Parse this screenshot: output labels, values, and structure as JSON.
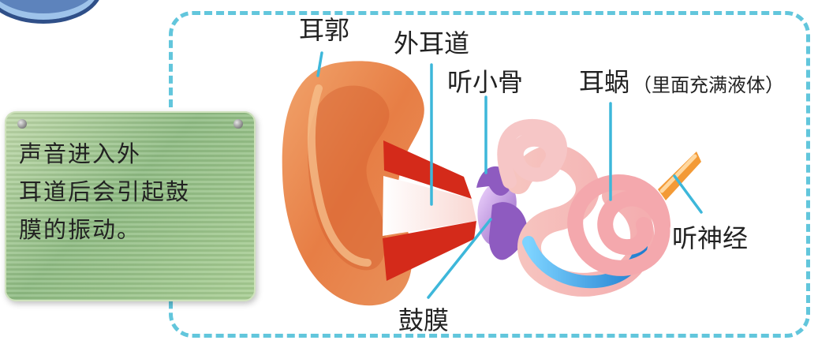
{
  "diagram": {
    "colors": {
      "frame": "#62c6dc",
      "leader": "#3db7da",
      "note": "#9cc58c",
      "ear_main": "#e98b55",
      "canal_red": "#d42a1a",
      "ossicle_purple": "#8e5bc0",
      "cochlea_pink": "#f5b7b2",
      "nerve_orange": "#f39a36"
    },
    "labels": {
      "pinna": "耳郭",
      "ear_canal": "外耳道",
      "ossicles": "听小骨",
      "cochlea_main": "耳蜗",
      "cochlea_note": "（里面充满液体）",
      "nerve": "听神经",
      "eardrum": "鼓膜"
    },
    "note": {
      "text": "    声音进入外\n耳道后会引起鼓\n膜的振动。"
    }
  }
}
